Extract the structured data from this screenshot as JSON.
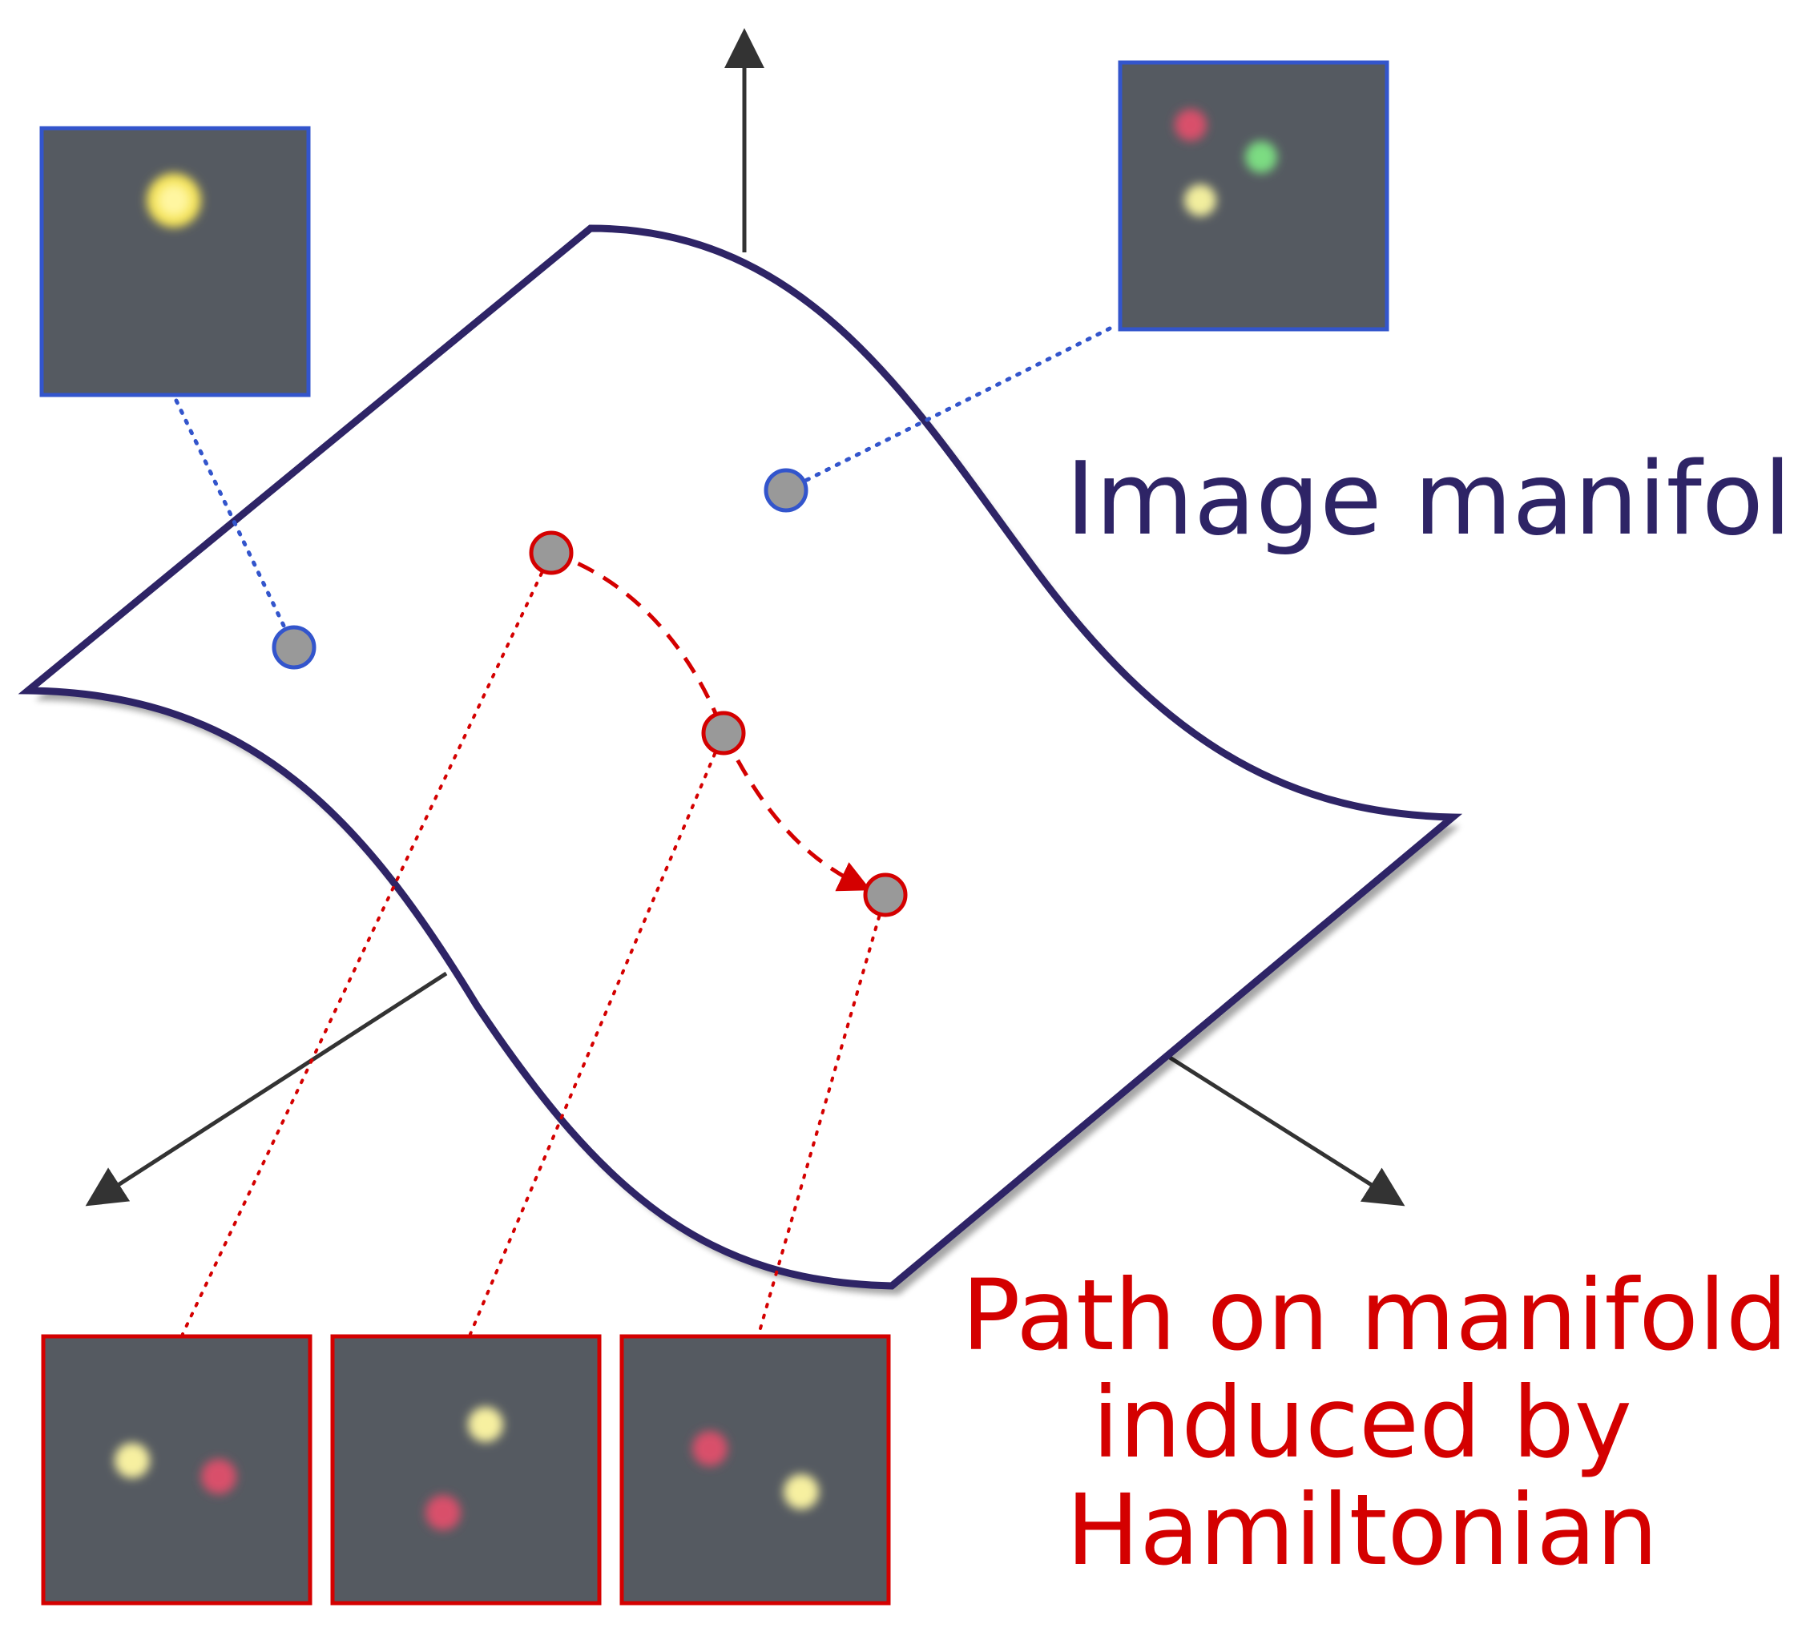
{
  "labels": {
    "manifold": "Image manifold",
    "path_line1": "Path on manifold",
    "path_line2": "induced by",
    "path_line3": "Hamiltonian"
  },
  "colors": {
    "manifold_outline": "#2e2466",
    "manifold_label": "#2e2466",
    "path_red": "#d40000",
    "blue_points": "#3355cc",
    "axis": "#333333",
    "point_fill": "#999999",
    "thumb_bg": "#555a61"
  },
  "thumbnails": {
    "blue": [
      {
        "name": "thumb-single-yellow-ball",
        "dots": [
          "#f4e35a"
        ]
      },
      {
        "name": "thumb-three-balls",
        "dots": [
          "#d9506a",
          "#7cdc82",
          "#f2ee9e"
        ]
      }
    ],
    "red": [
      {
        "name": "thumb-path-1",
        "dots": [
          "#f7f0a0",
          "#d9506a"
        ]
      },
      {
        "name": "thumb-path-2",
        "dots": [
          "#f7f0a0",
          "#d9506a"
        ]
      },
      {
        "name": "thumb-path-3",
        "dots": [
          "#d9506a",
          "#f7f0a0"
        ]
      }
    ]
  }
}
